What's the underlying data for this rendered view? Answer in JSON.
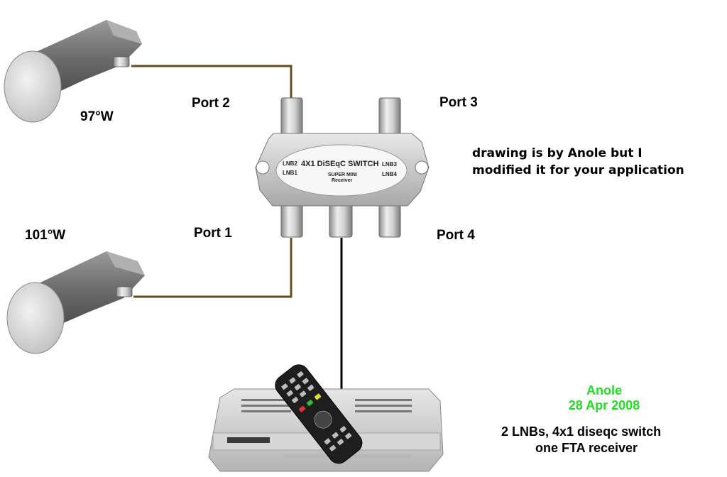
{
  "ports": {
    "port1": "Port 1",
    "port2": "Port 2",
    "port3": "Port 3",
    "port4": "Port 4"
  },
  "satellites": {
    "top": "97°W",
    "bottom": "101°W"
  },
  "switch": {
    "title": "4X1 DiSEqC SWITCH",
    "subtitle": "SUPER MINI",
    "receiver": "Receiver",
    "lnb1": "LNB1",
    "lnb2": "LNB2",
    "lnb3": "LNB3",
    "lnb4": "LNB4"
  },
  "note": {
    "line1": "drawing is by Anole but I",
    "line2": "modified it for your application"
  },
  "credit": {
    "author": "Anole",
    "date": "28 Apr 2008"
  },
  "summary": {
    "line1": "2  LNBs, 4x1 diseqc switch",
    "line2": "one FTA receiver"
  },
  "colors": {
    "cable_brown": "#6b4a1c",
    "cable_black": "#000000",
    "credit_green": "#22dd22"
  }
}
